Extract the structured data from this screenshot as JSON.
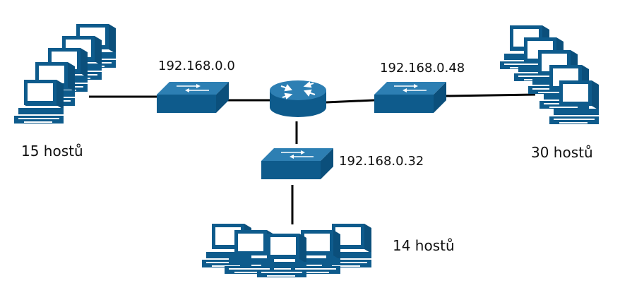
{
  "networks": [
    {
      "id": "left",
      "address": "192.168.0.0",
      "hosts": "15 hostů"
    },
    {
      "id": "right",
      "address": "192.168.0.48",
      "hosts": "30 hostů"
    },
    {
      "id": "bottom",
      "address": "192.168.0.32",
      "hosts": "14 hostů"
    }
  ],
  "colors": {
    "device": "#0e5b8c",
    "device_light": "#2d7fb3",
    "screen": "#ffffff",
    "link": "#000000"
  },
  "icons": {
    "router": "router-icon",
    "switch": "switch-icon",
    "workstation": "workstation-icon"
  }
}
